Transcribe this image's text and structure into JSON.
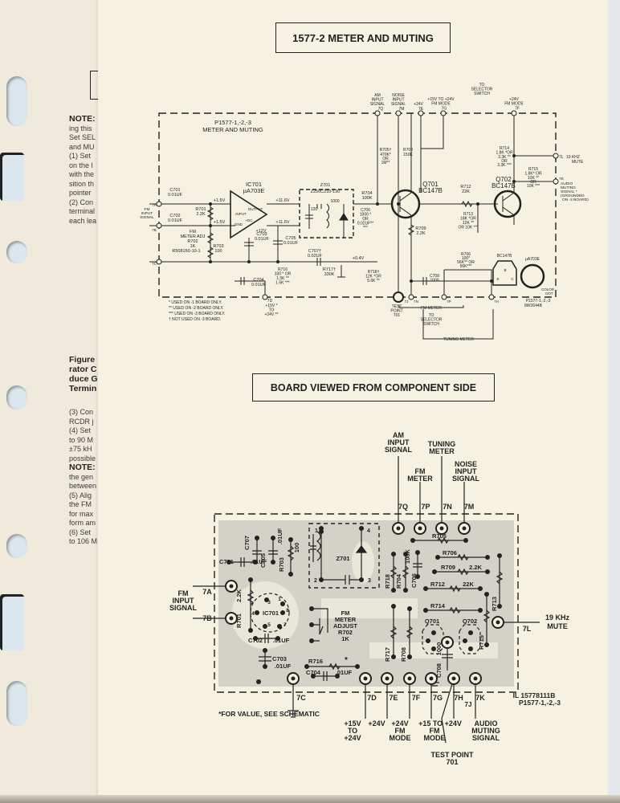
{
  "left_page": {
    "note_block_1": [
      "NOTE:",
      "ing this",
      "Set SEL",
      "and MU",
      "(1) Set",
      "on the l",
      "with the",
      "sition th",
      "pointer",
      "(2) Con",
      "terminal",
      "each lea"
    ],
    "figure_caption": [
      "Figure",
      "rator C",
      "duce G",
      "Termin"
    ],
    "note_block_2": [
      "(3) Con",
      "RCDR j",
      "(4) Set",
      "to 90 M",
      "±75 kH",
      "possible",
      "NOTE:",
      "the gen",
      "between",
      "(5) Alig",
      "the FM",
      "for max",
      "form am",
      "(6) Set",
      "to 106 M"
    ]
  },
  "schematic": {
    "heading": "1577-2 METER AND MUTING",
    "board_label": [
      "P1577-1,-2,-3",
      "METER AND MUTING"
    ],
    "components": {
      "ic701": [
        "IC701",
        "µA703E"
      ],
      "c701": [
        "C701",
        "0.01UF"
      ],
      "c702": [
        "C702",
        "0.01UF"
      ],
      "r701": [
        "R701",
        "2.2K"
      ],
      "r702": [
        "FM",
        "METER ADJ",
        "R702",
        "1K"
      ],
      "r702_part": "R508150-10-1",
      "r703": [
        "R703",
        "100"
      ],
      "c703": [
        "C703",
        "0.01UF"
      ],
      "c704": [
        "C704",
        "0.01UF"
      ],
      "c705": [
        "C705",
        "0.01UF"
      ],
      "c707": [
        "C707†",
        "0.02UF"
      ],
      "z701": [
        "Z701",
        "Z250C210-130"
      ],
      "z701_caps": [
        "120",
        "1000"
      ],
      "r704": [
        "R704",
        "100K"
      ],
      "c706": [
        "C706",
        "1000 *",
        "OR",
        "0.02UF**",
        "***"
      ],
      "r705": [
        "R705†",
        "470K*",
        "OR",
        "1M**"
      ],
      "r708": [
        "R708",
        "150K"
      ],
      "q701": [
        "Q701",
        "BC147B"
      ],
      "q702": [
        "Q702",
        "BC147B"
      ],
      "r709": [
        "R709",
        "2.2K"
      ],
      "r712": [
        "R712",
        "22K"
      ],
      "r713": [
        "R713",
        "18K *OR",
        "12K **",
        "OR 10K ***"
      ],
      "r714": [
        "R714",
        "1.8K *OR",
        "3.3K **",
        "OR",
        "3.3K ***"
      ],
      "r715": [
        "R715",
        "1.8K* OR",
        "10K **",
        "OR",
        "10K ***"
      ],
      "r716": [
        "R716",
        "330 * OR",
        "1.5K **",
        "1.5K ***"
      ],
      "r717": [
        "R717†",
        "330K"
      ],
      "r718": [
        "R718†",
        "12K *OR",
        "5.6K **"
      ],
      "r706": [
        "R706",
        "100*",
        "56K** OR",
        "56K***"
      ],
      "c708": [
        "C708",
        "1000"
      ]
    },
    "voltages": [
      "+1.5V",
      "+1.5V",
      "+11.6V",
      "+11.6V",
      "+12V",
      "+0.4V"
    ],
    "ic_pins": [
      "INPUT",
      "OUTPUT",
      "+DC",
      "GND"
    ],
    "terminals_top": [
      {
        "id": "7Q",
        "label": [
          "AM",
          "INPUT",
          "SIGNAL"
        ]
      },
      {
        "id": "7M",
        "label": [
          "NOISE",
          "INPUT",
          "SIGNAL"
        ]
      },
      {
        "id": "7E",
        "label": [
          "+24V"
        ]
      },
      {
        "id": "7G",
        "label": [
          "+15V TO +24V",
          "FM MODE"
        ]
      },
      {
        "id": "7F",
        "label": [
          "+24V",
          "FM MODE"
        ]
      }
    ],
    "to_selector_top": [
      "TO",
      "SELECTOR",
      "SWITCH"
    ],
    "terminals_right": [
      {
        "id": "7L",
        "label": [
          "19 KHZ",
          "MUTE"
        ]
      },
      {
        "id": "7K",
        "label": [
          "AUDIO",
          "MUTING",
          "SIGNAL *",
          "(GROUNDED",
          "ON -2 BOARD)"
        ]
      }
    ],
    "terminals_left": [
      {
        "id": "7A",
        "label": [
          "FM",
          "INPUT",
          "SIGNAL"
        ]
      },
      {
        "id": "7B",
        "label": []
      },
      {
        "id": "7C",
        "label": []
      }
    ],
    "terminals_bottom": [
      {
        "id": "7D",
        "label": [
          "+15V *",
          "TO",
          "+24V **"
        ]
      },
      {
        "id": "7J",
        "label": [
          "TEST",
          "POINT",
          "701"
        ]
      },
      {
        "id": "7N",
        "label": []
      },
      {
        "id": "7P",
        "label": []
      },
      {
        "id": "7H",
        "label": []
      }
    ],
    "fm_meter_label": "FM METER",
    "to_selector_bottom": [
      "TO",
      "SELECTOR",
      "SWITCH"
    ],
    "tuning_meter_label": "TUNING METER",
    "pinouts": [
      "BC147B",
      "µA703E"
    ],
    "pinout_letters": [
      "E",
      "B",
      "C"
    ],
    "color_dot": [
      "COLOR",
      "DOT"
    ],
    "drawing_id": [
      "P1577-1,-2,-3",
      "8W2644B"
    ],
    "legend": [
      "*  USED ON -1 BOARD ONLY.",
      "**  USED ON -2 BOARD ONLY.",
      "***  USED ON -3 BOARD ONLY.",
      "†  NOT USED ON -3 BOARD."
    ]
  },
  "board": {
    "heading": "BOARD VIEWED FROM COMPONENT SIDE",
    "top_labels": [
      {
        "id": "7Q",
        "label": [
          "AM",
          "INPUT",
          "SIGNAL"
        ]
      },
      {
        "id": "7P",
        "label": [
          "FM",
          "METER"
        ]
      },
      {
        "id": "7N",
        "label": [
          "TUNING",
          "METER"
        ]
      },
      {
        "id": "7M",
        "label": [
          "NOISE",
          "INPUT",
          "SIGNAL"
        ]
      }
    ],
    "left_labels": {
      "signal": [
        "FM",
        "INPUT",
        "SIGNAL"
      ],
      "pins": [
        "7A",
        "7B"
      ]
    },
    "right_labels": [
      {
        "id": "7L",
        "label": [
          "19 KHz",
          "MUTE"
        ]
      }
    ],
    "bottom_labels": [
      {
        "id": "7C",
        "label": []
      },
      {
        "id": "7D",
        "label": [
          "+15V",
          "TO",
          "+24V"
        ]
      },
      {
        "id": "7E",
        "label": [
          "+24V"
        ]
      },
      {
        "id": "7F",
        "label": [
          "+24V",
          "FM",
          "MODE"
        ]
      },
      {
        "id": "7G",
        "label": [
          "+15 TO +24V",
          "FM",
          "MODE"
        ]
      },
      {
        "id": "7H",
        "label": []
      },
      {
        "id": "7J",
        "label": [
          "TEST POINT",
          "701"
        ]
      },
      {
        "id": "7K",
        "label": [
          "AUDIO",
          "MUTING",
          "SIGNAL"
        ]
      }
    ],
    "parts": {
      "c707": "C707",
      "c705": "C705",
      "c705_val": ".01UF",
      "r703": "R703",
      "r703_val": "100",
      "z701": "Z701",
      "c701": "C701",
      "c701_val": ".01UF",
      "r701": "R701",
      "r701_val": "2.2K",
      "ic701": "IC701",
      "ic_pins": [
        "3",
        "1",
        "4",
        "8",
        "5",
        "7"
      ],
      "r702": [
        "FM",
        "METER",
        "ADJUST",
        "R702",
        "1K"
      ],
      "c702": "C702",
      "c702_val": ".01UF",
      "c703": "C703",
      "c703_val": ".01UF",
      "r716": "R716",
      "c704": "C704",
      "c704_val": ".01UF",
      "r718": "R718",
      "r704": "R704",
      "r704_val": "100K",
      "c706": "C706",
      "r705": "R705",
      "r706": "R706",
      "r709": "R709",
      "r709_val": "2.2K",
      "r712": "R712",
      "r712_val": "22K",
      "r714": "R714",
      "r713": "R713",
      "r715": "R715",
      "r717": "R717",
      "r708": "R708",
      "q701": "Q701",
      "q702": "Q702",
      "c708": "C708",
      "c708_val": "1000",
      "z701_pins": [
        "1",
        "4",
        "2",
        "3"
      ]
    },
    "footnote": "*FOR VALUE, SEE SCHEMATIC",
    "drawing_id": [
      "IL 15778111B",
      "P1577-1,-2,-3"
    ]
  }
}
